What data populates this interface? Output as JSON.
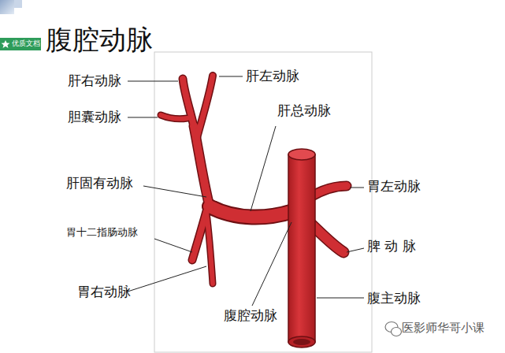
{
  "diagram": {
    "title": "腹腔动脉",
    "labels": [
      "肝右动脉",
      "肝左动脉",
      "胆囊动脉",
      "肝总动脉",
      "肝固有动脉",
      "胃左动脉",
      "胃十二指肠动脉",
      "脾 动 脉",
      "胃右动脉",
      "腹腔动脉",
      "腹主动脉",
      "优质文档",
      "医影师华哥小课"
    ]
  }
}
